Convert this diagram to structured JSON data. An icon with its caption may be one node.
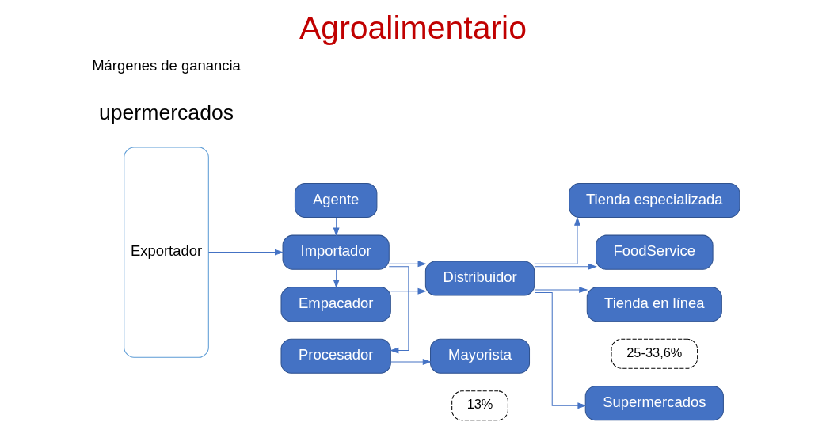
{
  "diagram": {
    "title": "Agroalimentario",
    "nodes": [
      {
        "text": [
          "Exportador"
        ]
      },
      {
        "text": [
          "Agente"
        ]
      },
      {
        "text": [
          "Importador"
        ]
      },
      {
        "text": [
          "Procesador"
        ]
      },
      {
        "text": [
          "Empacador"
        ]
      },
      {
        "text": [
          "Distribuidor"
        ]
      },
      {
        "text": [
          "Mayorista"
        ]
      },
      {
        "text": [
          "Supermercados"
        ]
      },
      {
        "text": [
          "Tienda especializada"
        ]
      },
      {
        "text": [
          "FoodService"
        ]
      },
      {
        "text": [
          "Tienda en línea"
        ]
      },
      {
        "text": [
          "25-33,6%"
        ]
      },
      {
        "text": [
          "13%"
        ]
      }
    ],
    "edges": [
      {
        "from": 0,
        "to": 2,
        "arrow": "to"
      },
      {
        "from": 1,
        "to": 2,
        "arrow": "to"
      },
      {
        "from": 2,
        "to": 3,
        "arrow": "to"
      },
      {
        "from": 2,
        "to": 4,
        "arrow": "to"
      },
      {
        "from": 2,
        "to": 5,
        "arrow": "to"
      },
      {
        "from": 4,
        "to": 5,
        "arrow": "to"
      },
      {
        "from": 3,
        "to": 6,
        "arrow": "to"
      },
      {
        "from": 5,
        "to": 7,
        "arrow": "to"
      },
      {
        "from": 5,
        "to": 8,
        "arrow": "to"
      },
      {
        "from": 5,
        "to": 9,
        "arrow": "to"
      },
      {
        "from": 5,
        "to": 10,
        "arrow": "to"
      }
    ],
    "labels": [
      "upermercados",
      "Márgenes de ganancia"
    ]
  }
}
